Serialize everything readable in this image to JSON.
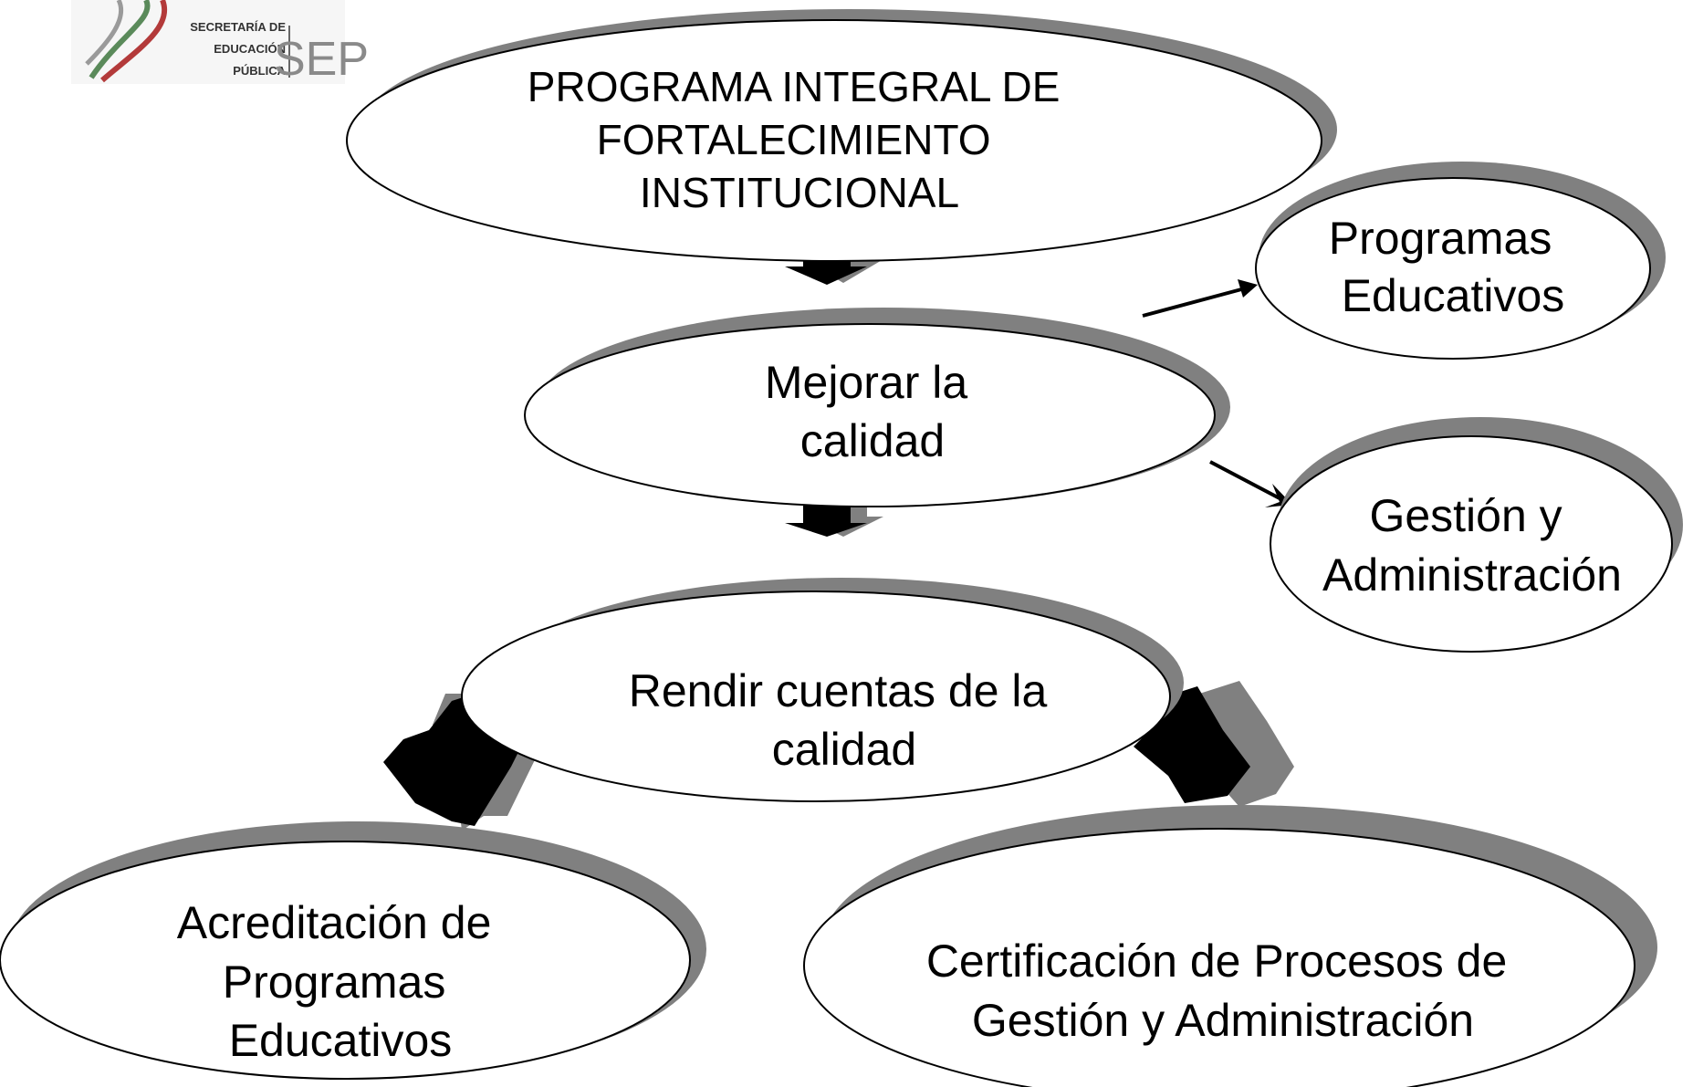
{
  "logo": {
    "line1": "SECRETARÍA DE",
    "line2": "EDUCACIÓN",
    "line3": "PÚBLICA",
    "acronym": "SEP"
  },
  "colors": {
    "outline": "#000000",
    "shadow": "#808080",
    "fill": "#ffffff",
    "arrow": "#000000"
  },
  "nodes": {
    "main_program": [
      "PROGRAMA INTEGRAL DE",
      "FORTALECIMIENTO",
      "INSTITUCIONAL"
    ],
    "improve_quality": [
      "Mejorar la",
      "calidad"
    ],
    "educational_programs": [
      "Programas",
      "Educativos"
    ],
    "management_admin": [
      "Gestión y",
      "Administración"
    ],
    "accountability": [
      "Rendir cuentas de la",
      "calidad"
    ],
    "accreditation": [
      "Acreditación de",
      "Programas",
      "Educativos"
    ],
    "certification": [
      "Certificación de Procesos de",
      "Gestión y Administración"
    ]
  }
}
